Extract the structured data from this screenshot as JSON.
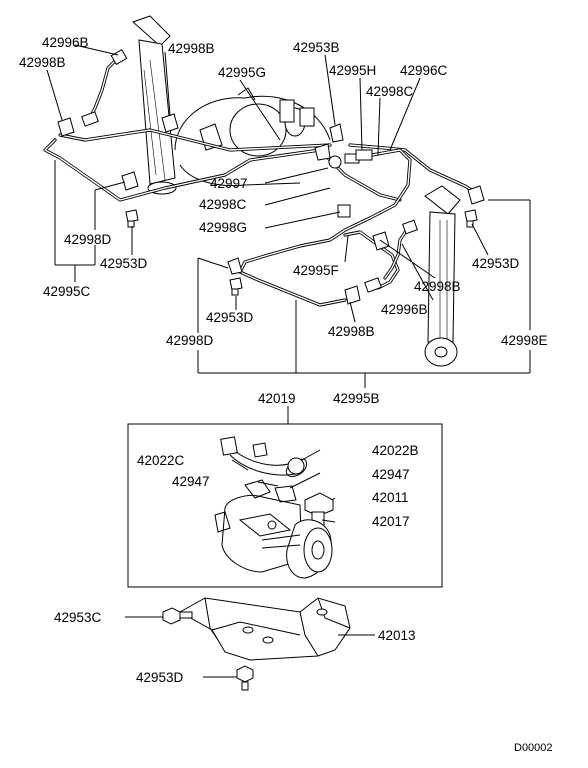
{
  "labels": {
    "p42996B_top": "42996B",
    "p42998B_tl": "42998B",
    "p42998B_top": "42998B",
    "p42995G": "42995G",
    "p42953B": "42953B",
    "p42995H": "42995H",
    "p42996C": "42996C",
    "p42998C_r": "42998C",
    "p42997": "42997",
    "p42998C_m": "42998C",
    "p42998G": "42998G",
    "p42998D_l": "42998D",
    "p42953D_l": "42953D",
    "p42995C": "42995C",
    "p42953D_m": "42953D",
    "p42998D_m": "42998D",
    "p42995F": "42995F",
    "p42998B_r": "42998B",
    "p42996B_r": "42996B",
    "p42998B_b": "42998B",
    "p42953D_r": "42953D",
    "p42998E": "42998E",
    "p42019": "42019",
    "p42995B": "42995B",
    "p42022C": "42022C",
    "p42022B": "42022B",
    "p42947_l": "42947",
    "p42947_r": "42947",
    "p42011": "42011",
    "p42017": "42017",
    "p42953C": "42953C",
    "p42013": "42013",
    "p42953D_b": "42953D",
    "code": "D00002"
  }
}
